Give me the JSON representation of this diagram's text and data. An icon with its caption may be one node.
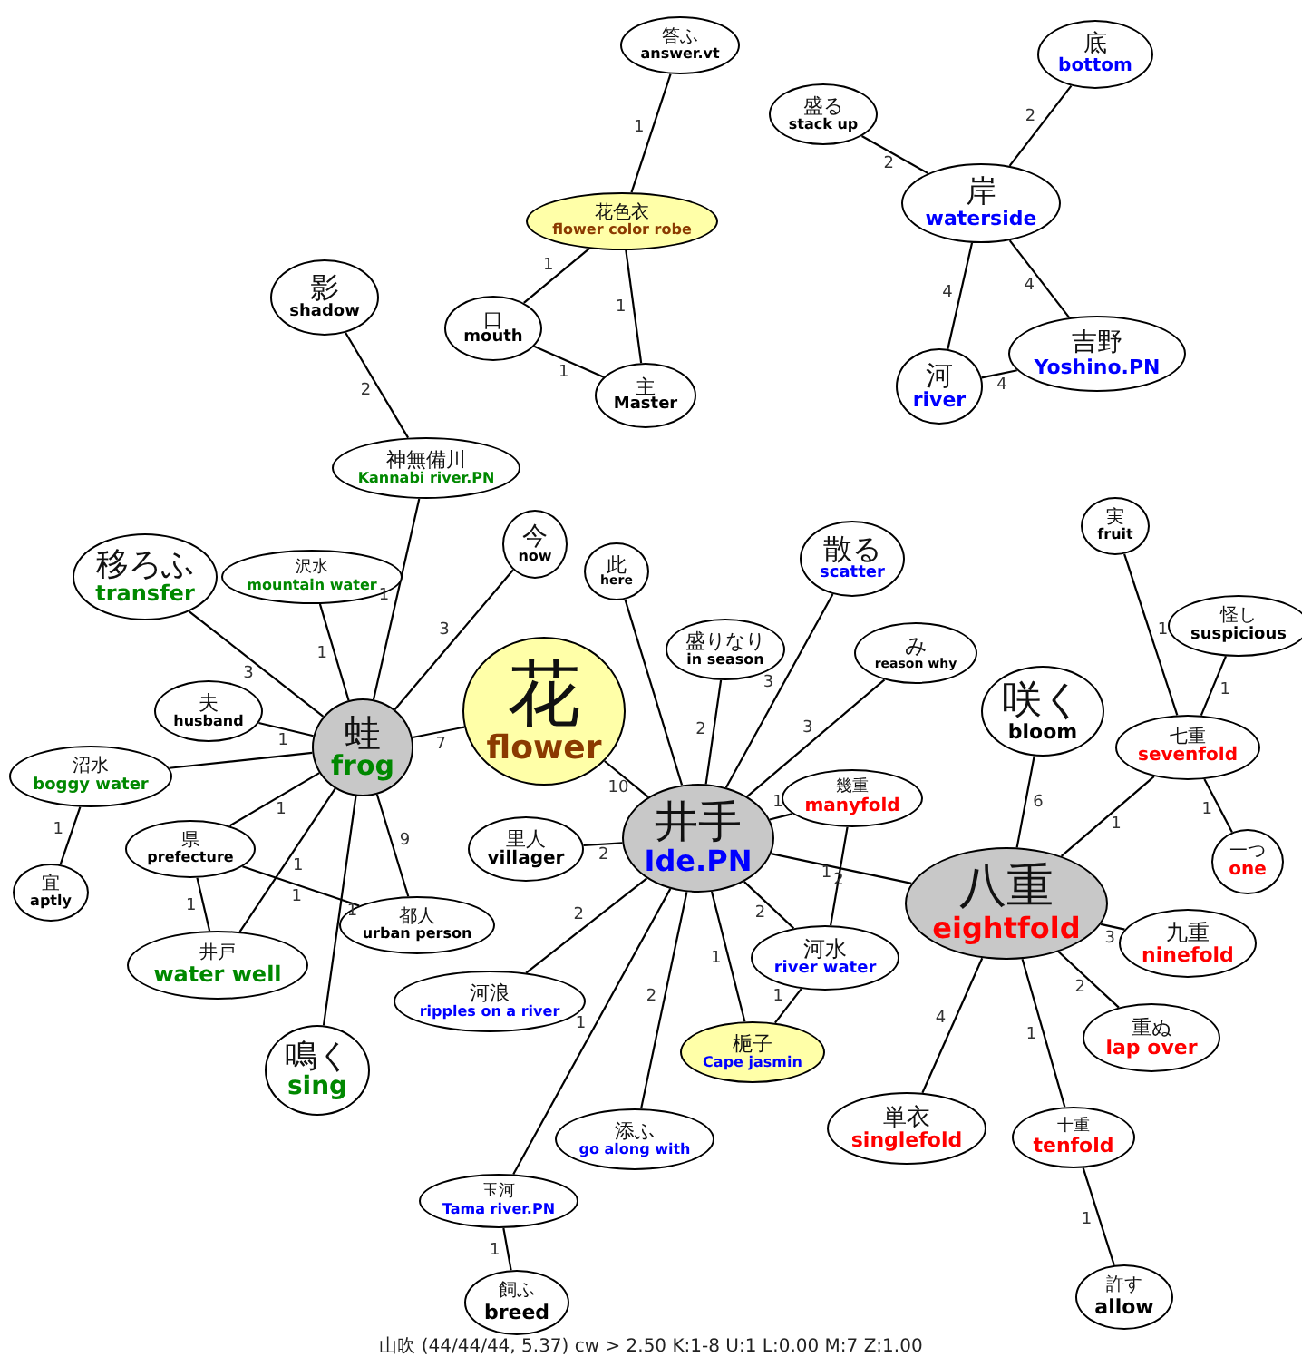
{
  "diagram": {
    "caption": "山吹 (44/44/44, 5.37) cw > 2.50 K:1-8 U:1 L:0.00 M:7 Z:1.00",
    "nodes": [
      {
        "text": [
          "答ふ",
          "answer.vt"
        ]
      },
      {
        "text": [
          "花色衣",
          "flower color robe"
        ]
      },
      {
        "text": [
          "影",
          "shadow"
        ]
      },
      {
        "text": [
          "口",
          "mouth"
        ]
      },
      {
        "text": [
          "主",
          "Master"
        ]
      },
      {
        "text": [
          "盛る",
          "stack up"
        ]
      },
      {
        "text": [
          "底",
          "bottom"
        ]
      },
      {
        "text": [
          "岸",
          "waterside"
        ]
      },
      {
        "text": [
          "河",
          "river"
        ]
      },
      {
        "text": [
          "吉野",
          "Yoshino.PN"
        ]
      },
      {
        "text": [
          "神無備川",
          "Kannabi river.PN"
        ]
      },
      {
        "text": [
          "今",
          "now"
        ]
      },
      {
        "text": [
          "移ろふ",
          "transfer"
        ]
      },
      {
        "text": [
          "沢水",
          "mountain water"
        ]
      },
      {
        "text": [
          "此",
          "here"
        ]
      },
      {
        "text": [
          "散る",
          "scatter"
        ]
      },
      {
        "text": [
          "盛りなり",
          "in season"
        ]
      },
      {
        "text": [
          "花",
          "flower"
        ]
      },
      {
        "text": [
          "み",
          "reason why"
        ]
      },
      {
        "text": [
          "夫",
          "husband"
        ]
      },
      {
        "text": [
          "蛙",
          "frog"
        ]
      },
      {
        "text": [
          "幾重",
          "manyfold"
        ]
      },
      {
        "text": [
          "県",
          "prefecture"
        ]
      },
      {
        "text": [
          "沼水",
          "boggy water"
        ]
      },
      {
        "text": [
          "里人",
          "villager"
        ]
      },
      {
        "text": [
          "井手",
          "Ide.PN"
        ]
      },
      {
        "text": [
          "河水",
          "river water"
        ]
      },
      {
        "text": [
          "八重",
          "eightfold"
        ]
      },
      {
        "text": [
          "咲く",
          "bloom"
        ]
      },
      {
        "text": [
          "七重",
          "sevenfold"
        ]
      },
      {
        "text": [
          "実",
          "fruit"
        ]
      },
      {
        "text": [
          "怪し",
          "suspicious"
        ]
      },
      {
        "text": [
          "一つ",
          "one"
        ]
      },
      {
        "text": [
          "九重",
          "ninefold"
        ]
      },
      {
        "text": [
          "宜",
          "aptly"
        ]
      },
      {
        "text": [
          "井戸",
          "water well"
        ]
      },
      {
        "text": [
          "都人",
          "urban person"
        ]
      },
      {
        "text": [
          "鳴く",
          "sing"
        ]
      },
      {
        "text": [
          "河浪",
          "ripples on a river"
        ]
      },
      {
        "text": [
          "梔子",
          "Cape jasmin"
        ]
      },
      {
        "text": [
          "重ぬ",
          "lap over"
        ]
      },
      {
        "text": [
          "添ふ",
          "go along with"
        ]
      },
      {
        "text": [
          "玉河",
          "Tama river.PN"
        ]
      },
      {
        "text": [
          "単衣",
          "singlefold"
        ]
      },
      {
        "text": [
          "十重",
          "tenfold"
        ]
      },
      {
        "text": [
          "許す",
          "allow"
        ]
      },
      {
        "text": [
          "飼ふ",
          "breed"
        ]
      }
    ],
    "edges": [
      {
        "from": 0,
        "to": 1,
        "arrow": "none",
        "label": "1"
      },
      {
        "from": 1,
        "to": 3,
        "arrow": "none",
        "label": "1"
      },
      {
        "from": 1,
        "to": 4,
        "arrow": "none",
        "label": "1"
      },
      {
        "from": 3,
        "to": 4,
        "arrow": "none",
        "label": "1"
      },
      {
        "from": 5,
        "to": 7,
        "arrow": "none",
        "label": "2"
      },
      {
        "from": 6,
        "to": 7,
        "arrow": "none",
        "label": "2"
      },
      {
        "from": 7,
        "to": 8,
        "arrow": "none",
        "label": "4"
      },
      {
        "from": 7,
        "to": 9,
        "arrow": "none",
        "label": "4"
      },
      {
        "from": 8,
        "to": 9,
        "arrow": "none",
        "label": "4"
      },
      {
        "from": 2,
        "to": 10,
        "arrow": "none",
        "label": "2"
      },
      {
        "from": 10,
        "to": 20,
        "arrow": "none",
        "label": "1"
      },
      {
        "from": 13,
        "to": 20,
        "arrow": "none",
        "label": "1"
      },
      {
        "from": 12,
        "to": 20,
        "arrow": "none",
        "label": "3"
      },
      {
        "from": 11,
        "to": 20,
        "arrow": "none",
        "label": "3"
      },
      {
        "from": 19,
        "to": 20,
        "arrow": "none",
        "label": "1"
      },
      {
        "from": 22,
        "to": 20,
        "arrow": "none",
        "label": "1"
      },
      {
        "from": 23,
        "to": 20,
        "arrow": "none"
      },
      {
        "from": 23,
        "to": 34,
        "arrow": "none",
        "label": "1"
      },
      {
        "from": 22,
        "to": 35,
        "arrow": "none",
        "label": "1"
      },
      {
        "from": 22,
        "to": 36,
        "arrow": "none",
        "label": "1"
      },
      {
        "from": 35,
        "to": 20,
        "arrow": "none",
        "label": "1"
      },
      {
        "from": 36,
        "to": 20,
        "arrow": "none",
        "label": "9"
      },
      {
        "from": 37,
        "to": 20,
        "arrow": "none",
        "label": "1"
      },
      {
        "from": 20,
        "to": 17,
        "arrow": "none",
        "label": "7"
      },
      {
        "from": 17,
        "to": 25,
        "arrow": "none",
        "label": "10"
      },
      {
        "from": 24,
        "to": 25,
        "arrow": "none",
        "label": "2"
      },
      {
        "from": 16,
        "to": 25,
        "arrow": "none",
        "label": "2"
      },
      {
        "from": 14,
        "to": 25,
        "arrow": "none"
      },
      {
        "from": 15,
        "to": 25,
        "arrow": "none",
        "label": "3"
      },
      {
        "from": 18,
        "to": 25,
        "arrow": "none",
        "label": "3"
      },
      {
        "from": 21,
        "to": 25,
        "arrow": "none",
        "label": "1"
      },
      {
        "from": 21,
        "to": 26,
        "arrow": "none",
        "label": "1"
      },
      {
        "from": 25,
        "to": 26,
        "arrow": "none",
        "label": "2"
      },
      {
        "from": 25,
        "to": 27,
        "arrow": "none",
        "label": "2"
      },
      {
        "from": 26,
        "to": 39,
        "arrow": "none",
        "label": "1"
      },
      {
        "from": 25,
        "to": 39,
        "arrow": "none",
        "label": "1"
      },
      {
        "from": 25,
        "to": 38,
        "arrow": "none",
        "label": "2"
      },
      {
        "from": 25,
        "to": 41,
        "arrow": "none",
        "label": "2"
      },
      {
        "from": 25,
        "to": 42,
        "arrow": "none",
        "label": "1"
      },
      {
        "from": 42,
        "to": 46,
        "arrow": "none",
        "label": "1"
      },
      {
        "from": 27,
        "to": 28,
        "arrow": "none",
        "label": "6"
      },
      {
        "from": 27,
        "to": 29,
        "arrow": "none",
        "label": "1"
      },
      {
        "from": 27,
        "to": 33,
        "arrow": "none",
        "label": "3"
      },
      {
        "from": 27,
        "to": 40,
        "arrow": "none",
        "label": "2"
      },
      {
        "from": 27,
        "to": 43,
        "arrow": "none",
        "label": "4"
      },
      {
        "from": 27,
        "to": 44,
        "arrow": "none",
        "label": "1"
      },
      {
        "from": 29,
        "to": 30,
        "arrow": "none",
        "label": "1"
      },
      {
        "from": 29,
        "to": 31,
        "arrow": "none",
        "label": "1"
      },
      {
        "from": 29,
        "to": 32,
        "arrow": "none",
        "label": "1"
      },
      {
        "from": 44,
        "to": 45,
        "arrow": "none",
        "label": "1"
      }
    ]
  }
}
